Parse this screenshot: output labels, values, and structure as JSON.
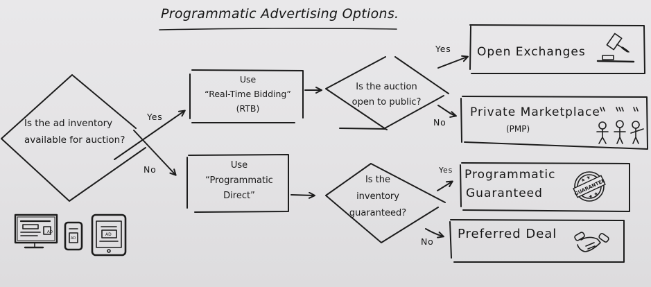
{
  "title": "Programmatic Advertising Options.",
  "decisions": {
    "ad_inventory": {
      "question": "Is the ad inventory available for auction?",
      "yes_label": "Yes",
      "no_label": "No"
    },
    "auction_public": {
      "question": "Is the auction open to public?",
      "yes_label": "Yes",
      "no_label": "No"
    },
    "inventory_guaranteed": {
      "question": "Is the inventory guaranteed?",
      "yes_label": "Yes",
      "no_label": "No"
    }
  },
  "processes": {
    "rtb": {
      "line1": "Use",
      "line2": "“Real-Time Bidding”",
      "line3": "(RTB)"
    },
    "direct": {
      "line1": "Use",
      "line2": "“Programmatic",
      "line3": "Direct”"
    }
  },
  "outcomes": {
    "open_exchanges": {
      "label": "Open Exchanges",
      "icon": "gavel-icon"
    },
    "pmp": {
      "label": "Private Marketplace",
      "sublabel": "(PMP)",
      "icon": "people-icon"
    },
    "guaranteed": {
      "label1": "Programmatic",
      "label2": "Guaranteed",
      "icon": "guarantee-stamp-icon",
      "stamp_text": "GUARANTEE"
    },
    "preferred": {
      "label": "Preferred Deal",
      "icon": "handshake-icon"
    }
  },
  "devices": {
    "ad_text": "AD",
    "items": [
      "desktop-monitor",
      "smartphone",
      "tablet"
    ]
  }
}
